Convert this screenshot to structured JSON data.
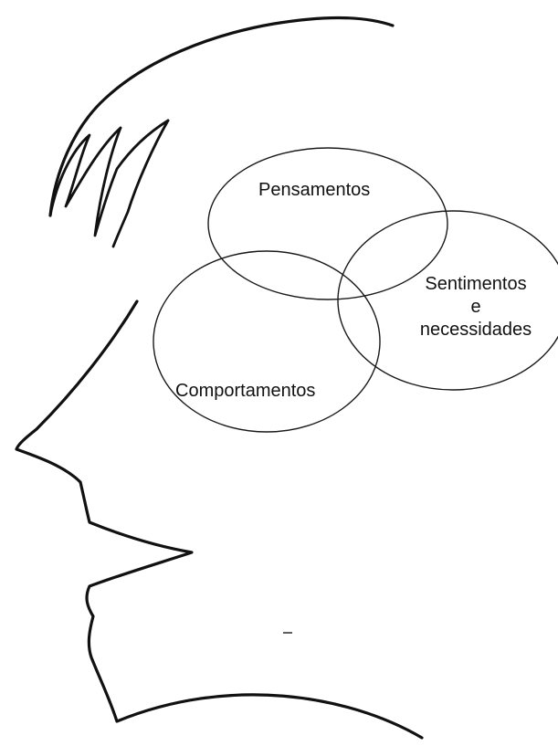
{
  "diagram": {
    "circles": [
      {
        "id": "pensamentos",
        "label": "Pensamentos"
      },
      {
        "id": "comportamentos",
        "label": "Comportamentos"
      },
      {
        "id": "sentimentos",
        "label_lines": [
          "Sentimentos",
          "e",
          "necessidades"
        ]
      }
    ],
    "colors": {
      "ink": "#111111",
      "background": "#ffffff"
    }
  }
}
